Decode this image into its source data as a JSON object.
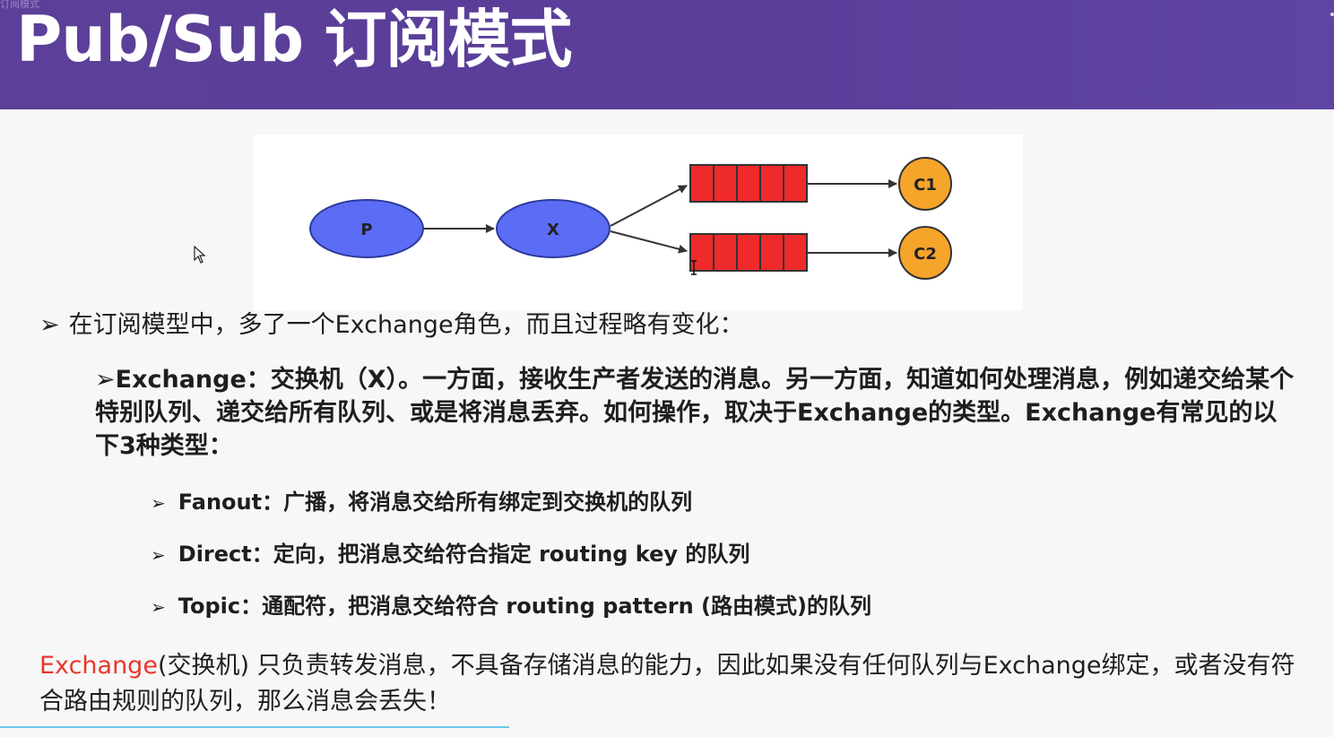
{
  "header": {
    "title": "Pub/Sub 订阅模式",
    "top_mark": "订阅模式"
  },
  "diagram": {
    "producer": "P",
    "exchange": "X",
    "consumers": [
      "C1",
      "C2"
    ],
    "colors": {
      "node_fill": "#5b6cf5",
      "node_stroke": "#2d3a9c",
      "queue_fill": "#ef2a2a",
      "consumer_fill": "#f6a52b",
      "arrow": "#333333"
    }
  },
  "content": {
    "bullet_main": "在订阅模型中，多了一个Exchange角色，而且过程略有变化：",
    "exchange_desc": "Exchange：交换机（X）。一方面，接收生产者发送的消息。另一方面，知道如何处理消息，例如递交给某个特别队列、递交给所有队列、或是将消息丢弃。如何操作，取决于Exchange的类型。Exchange有常见的以下3种类型：",
    "types": [
      "Fanout：广播，将消息交给所有绑定到交换机的队列",
      "Direct：定向，把消息交给符合指定 routing key 的队列",
      "Topic：通配符，把消息交给符合 routing pattern (路由模式)的队列"
    ],
    "note_highlight": "Exchange",
    "note_rest": "(交换机) 只负责转发消息，不具备存储消息的能力，因此如果没有任何队列与Exchange绑定，或者没有符合路由规则的队列，那么消息会丢失！",
    "arrow_glyph": "➢",
    "accent_color": "#e8372b"
  }
}
